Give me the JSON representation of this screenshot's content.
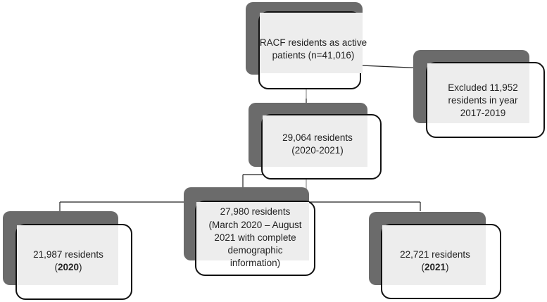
{
  "nodes": {
    "active": {
      "line1": "RACF residents as active",
      "line2": "patients (n=41,016)"
    },
    "excluded": {
      "line1": "Excluded 11,952",
      "line2": "residents in year",
      "line3": "2017-2019"
    },
    "period": {
      "line1": "29,064 residents",
      "line2": "(2020-2021)"
    },
    "complete": {
      "line1": "27,980 residents",
      "line2": "(March 2020 – August",
      "line3": "2021 with complete",
      "line4": "demographic",
      "line5": "information)"
    },
    "y2020": {
      "line1": "21,987 residents",
      "open": "(",
      "year": "2020",
      "close": ")"
    },
    "y2021": {
      "line1": "22,721 residents",
      "open": "(",
      "year": "2021",
      "close": ")"
    }
  },
  "colors": {
    "shadow": "#6b6b6b",
    "inner_fill": "#ededed",
    "border": "#111111",
    "connector": "#222222",
    "connector_light": "#bdbdbd"
  }
}
